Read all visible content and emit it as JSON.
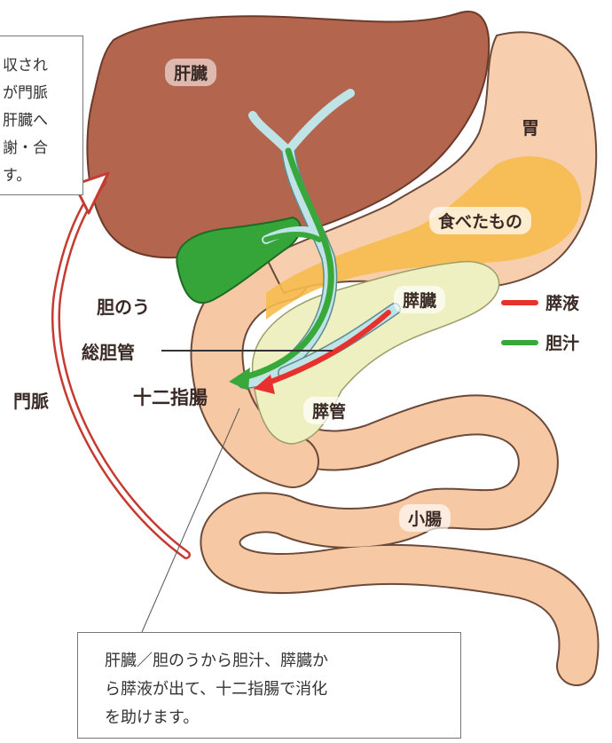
{
  "labels": {
    "liver": "肝臓",
    "stomach": "胃",
    "food": "食べたもの",
    "gallbladder": "胆のう",
    "pancreas": "膵臓",
    "common_bile_duct": "総胆管",
    "duodenum": "十二指腸",
    "pancreatic_duct": "膵管",
    "small_intestine": "小腸",
    "portal_vein": "門脈"
  },
  "legend": [
    {
      "label": "膵液",
      "color": "#e8312c"
    },
    {
      "label": "胆汁",
      "color": "#38a83a"
    }
  ],
  "note_top_left": [
    "収され",
    "が門脈",
    "肝臓へ",
    "謝・合",
    "す。"
  ],
  "note_bottom": [
    "肝臓／胆のうから胆汁、膵臓か",
    "ら膵液が出て、十二指腸で消化",
    "を助けます。"
  ],
  "colors": {
    "liver": "#b4654e",
    "stomach": "#f7cfae",
    "food": "#f6bb4e",
    "pancreas": "#eef0c2",
    "gallbladder": "#35a53a",
    "bile_duct": "#bfe3e6",
    "intestine": "#f7c8a4",
    "portal_vein": "#c63a32"
  }
}
